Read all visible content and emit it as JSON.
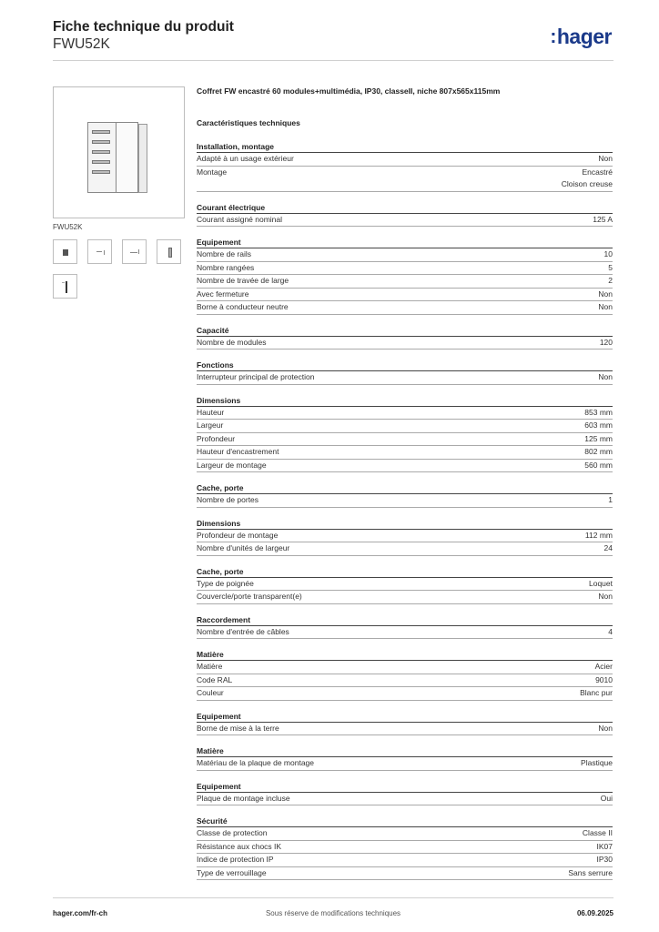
{
  "header": {
    "title": "Fiche technique du produit",
    "subtitle": "FWU52K",
    "logo_dots": ":",
    "logo_text": "hager",
    "logo_color": "#1b3a8a"
  },
  "image": {
    "caption": "FWU52K"
  },
  "product_title": "Coffret FW encastré 60 modules+multimédia, IP30, classeII, niche 807x565x115mm",
  "main_section": "Caractéristiques techniques",
  "sections": [
    {
      "title": "Installation, montage",
      "rows": [
        {
          "label": "Adapté à un usage extérieur",
          "values": [
            "Non"
          ]
        },
        {
          "label": "Montage",
          "values": [
            "Encastré",
            "Cloison creuse"
          ]
        }
      ]
    },
    {
      "title": "Courant électrique",
      "rows": [
        {
          "label": "Courant assigné nominal",
          "values": [
            "125 A"
          ]
        }
      ]
    },
    {
      "title": "Equipement",
      "rows": [
        {
          "label": "Nombre de rails",
          "values": [
            "10"
          ]
        },
        {
          "label": "Nombre rangées",
          "values": [
            "5"
          ]
        },
        {
          "label": "Nombre de travée de large",
          "values": [
            "2"
          ]
        },
        {
          "label": "Avec fermeture",
          "values": [
            "Non"
          ]
        },
        {
          "label": "Borne à conducteur neutre",
          "values": [
            "Non"
          ]
        }
      ]
    },
    {
      "title": "Capacité",
      "rows": [
        {
          "label": "Nombre de modules",
          "values": [
            "120"
          ]
        }
      ]
    },
    {
      "title": "Fonctions",
      "rows": [
        {
          "label": "Interrupteur principal de protection",
          "values": [
            "Non"
          ]
        }
      ]
    },
    {
      "title": "Dimensions",
      "rows": [
        {
          "label": "Hauteur",
          "values": [
            "853 mm"
          ]
        },
        {
          "label": "Largeur",
          "values": [
            "603 mm"
          ]
        },
        {
          "label": "Profondeur",
          "values": [
            "125 mm"
          ]
        },
        {
          "label": "Hauteur d'encastrement",
          "values": [
            "802 mm"
          ]
        },
        {
          "label": "Largeur de montage",
          "values": [
            "560 mm"
          ]
        }
      ]
    },
    {
      "title": "Cache, porte",
      "rows": [
        {
          "label": "Nombre de portes",
          "values": [
            "1"
          ]
        }
      ]
    },
    {
      "title": "Dimensions",
      "rows": [
        {
          "label": "Profondeur de montage",
          "values": [
            "112 mm"
          ]
        },
        {
          "label": "Nombre d'unités de largeur",
          "values": [
            "24"
          ]
        }
      ]
    },
    {
      "title": "Cache, porte",
      "rows": [
        {
          "label": "Type de poignée",
          "values": [
            "Loquet"
          ]
        },
        {
          "label": "Couvercle/porte transparent(e)",
          "values": [
            "Non"
          ]
        }
      ]
    },
    {
      "title": "Raccordement",
      "rows": [
        {
          "label": "Nombre d'entrée de câbles",
          "values": [
            "4"
          ]
        }
      ]
    },
    {
      "title": "Matière",
      "rows": [
        {
          "label": "Matière",
          "values": [
            "Acier"
          ]
        },
        {
          "label": "Code RAL",
          "values": [
            "9010"
          ]
        },
        {
          "label": "Couleur",
          "values": [
            "Blanc pur"
          ]
        }
      ]
    },
    {
      "title": "Equipement",
      "rows": [
        {
          "label": "Borne de mise à la terre",
          "values": [
            "Non"
          ]
        }
      ]
    },
    {
      "title": "Matière",
      "rows": [
        {
          "label": "Matériau de la plaque de montage",
          "values": [
            "Plastique"
          ]
        }
      ]
    },
    {
      "title": "Equipement",
      "rows": [
        {
          "label": "Plaque de montage incluse",
          "values": [
            "Oui"
          ]
        }
      ]
    },
    {
      "title": "Sécurité",
      "rows": [
        {
          "label": "Classe de protection",
          "values": [
            "Classe II"
          ]
        },
        {
          "label": "Résistance aux chocs IK",
          "values": [
            "IK07"
          ]
        },
        {
          "label": "Indice de protection IP",
          "values": [
            "IP30"
          ]
        },
        {
          "label": "Type de verrouillage",
          "values": [
            "Sans serrure"
          ]
        }
      ]
    }
  ],
  "footer": {
    "website": "hager.com/fr-ch",
    "notice": "Sous réserve de modifications techniques",
    "date": "06.09.2025"
  }
}
